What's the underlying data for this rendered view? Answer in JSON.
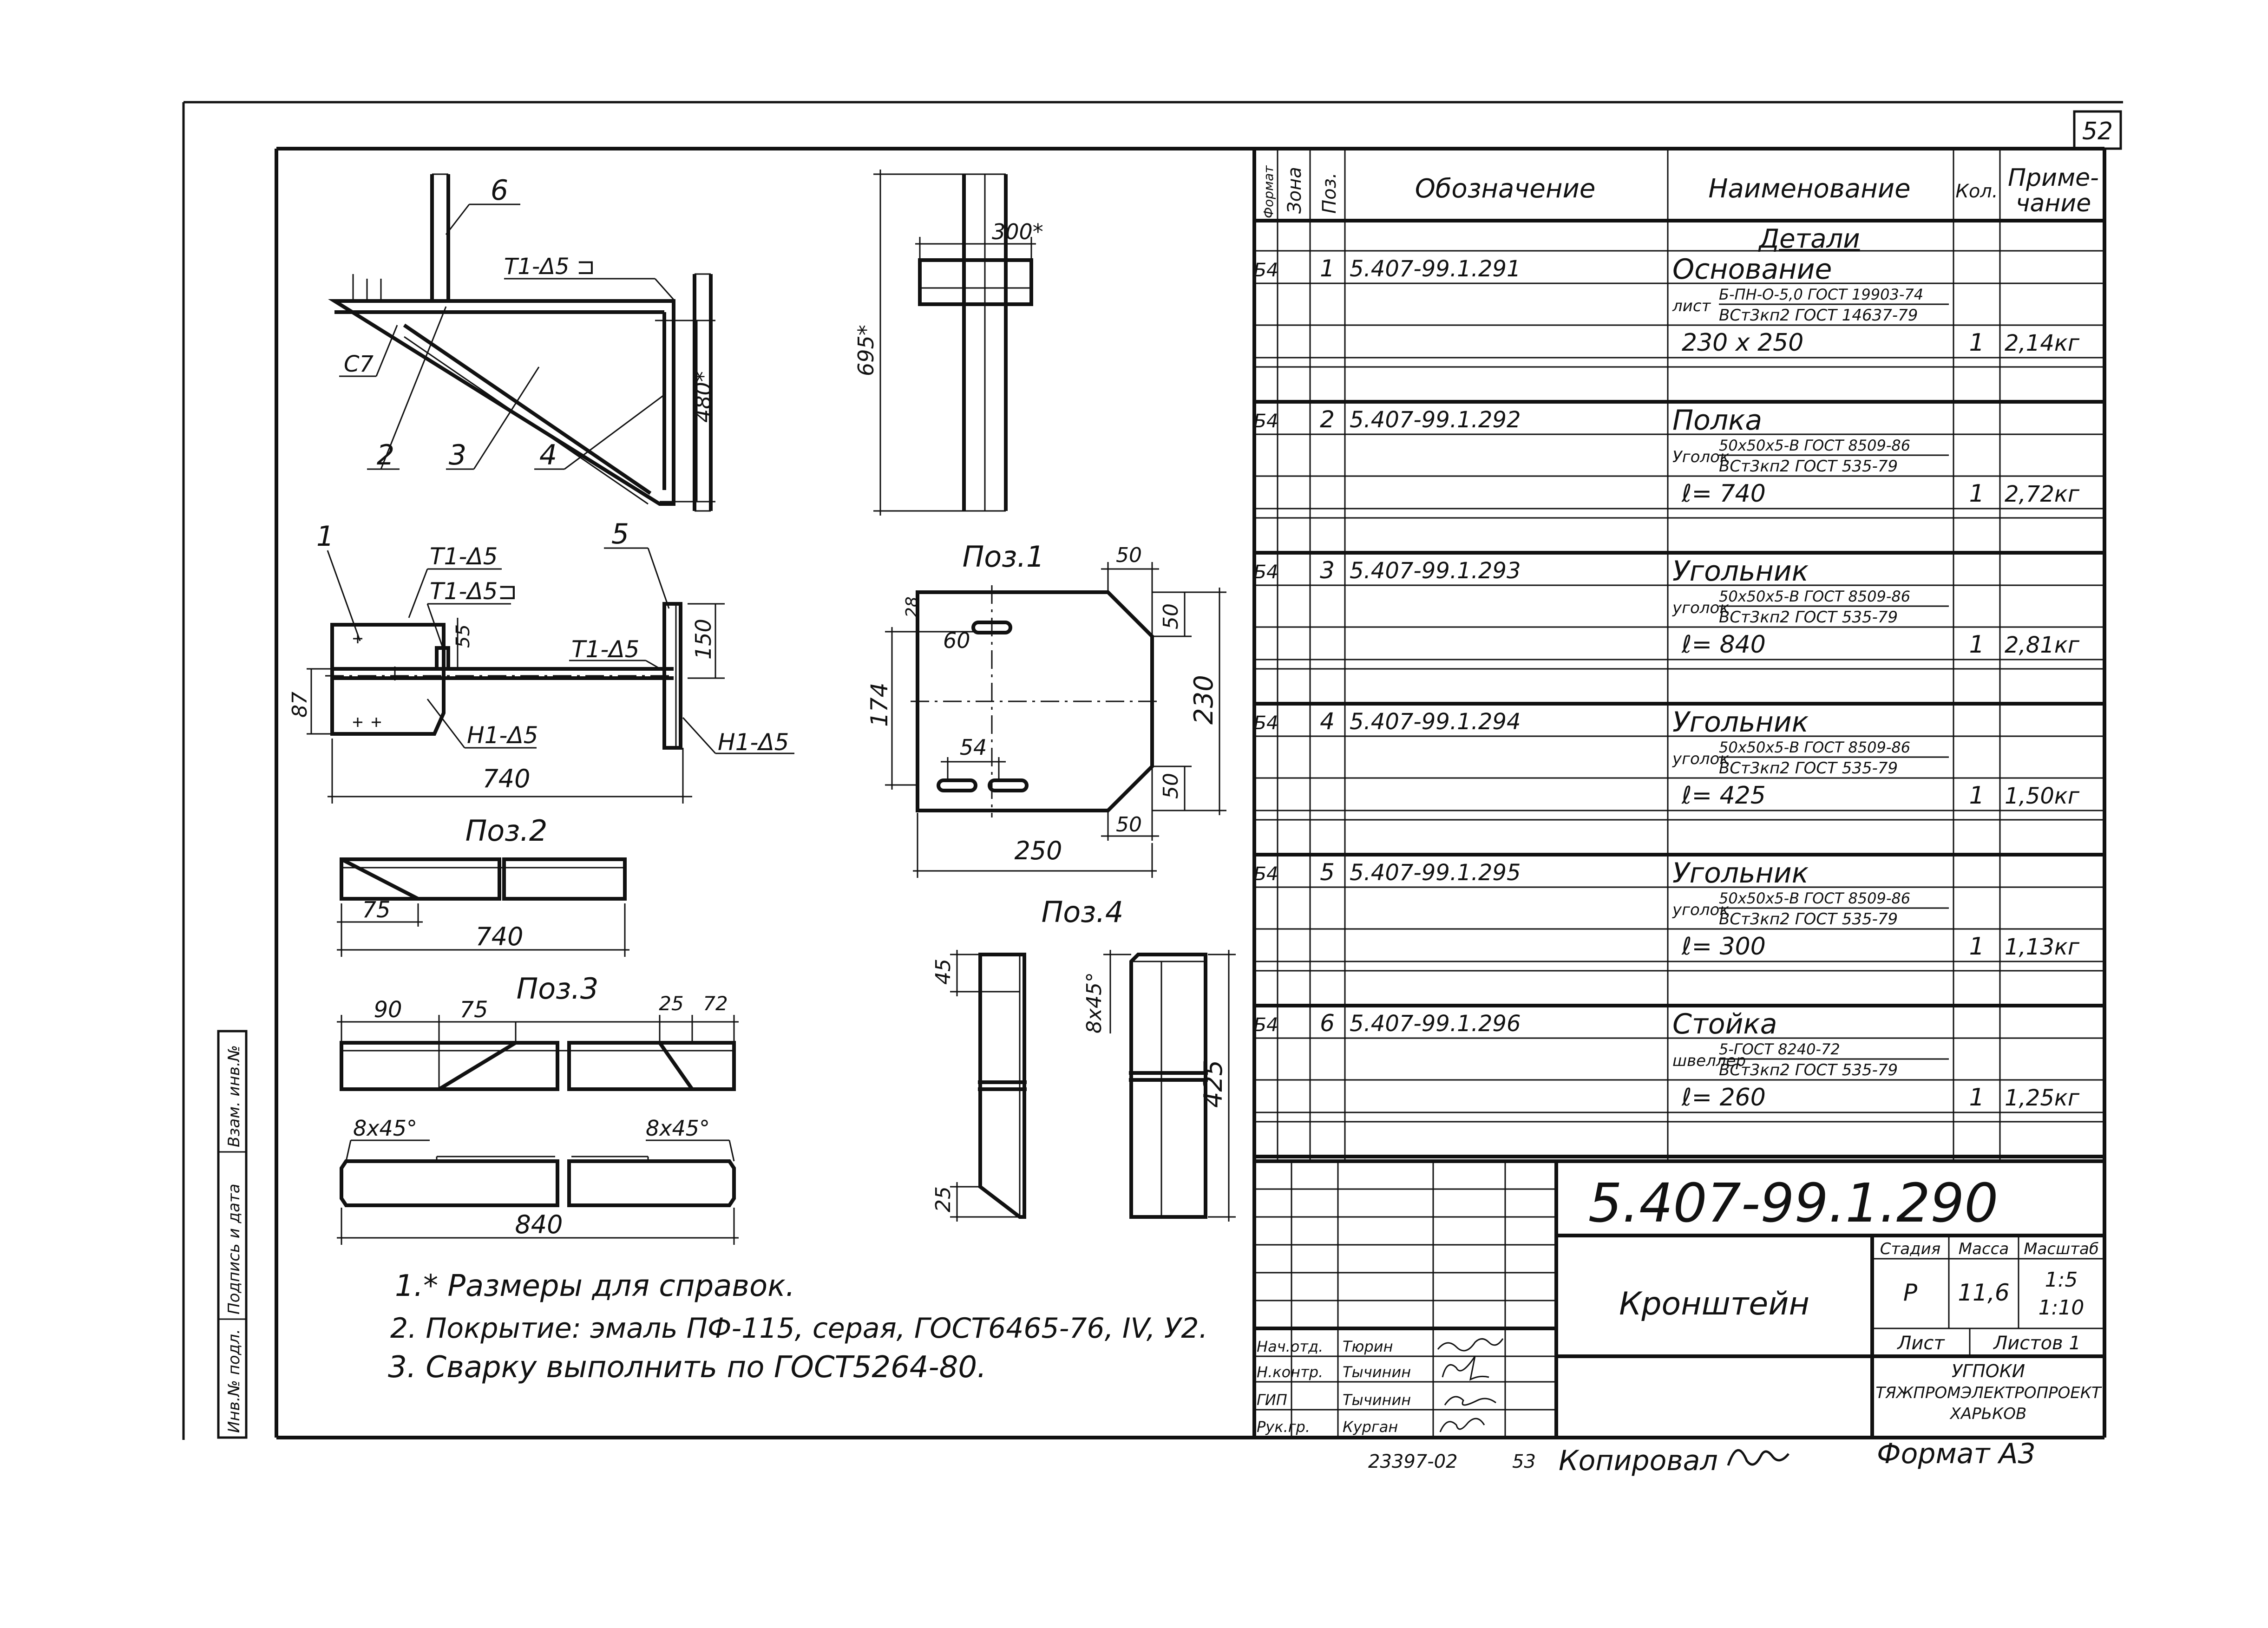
{
  "sheet_number": "52",
  "drawing_code": "5.407-99.1.290",
  "drawing_title": "Кронштейн",
  "spec_headers": {
    "format": "Формат",
    "zone": "Зона",
    "pos": "Поз.",
    "designation": "Обозначение",
    "name": "Наименование",
    "qty": "Кол.",
    "note_line1": "Приме-",
    "note_line2": "чание"
  },
  "spec_section": "Детали",
  "spec_items": [
    {
      "fmt": "Б4",
      "pos": "1",
      "code": "5.407-99.1.291",
      "name": "Основание",
      "mat_prefix": "лист",
      "mat_top": "Б-ПН-О-5,0 ГОСТ 19903-74",
      "mat_bottom": "ВСт3кп2 ГОСТ 14637-79",
      "size": "230 x 250",
      "qty": "1",
      "mass": "2,14кг"
    },
    {
      "fmt": "Б4",
      "pos": "2",
      "code": "5.407-99.1.292",
      "name": "Полка",
      "mat_prefix": "Уголок",
      "mat_top": "50x50x5-В ГОСТ 8509-86",
      "mat_bottom": "ВСт3кп2 ГОСТ 535-79",
      "size": "ℓ= 740",
      "qty": "1",
      "mass": "2,72кг"
    },
    {
      "fmt": "Б4",
      "pos": "3",
      "code": "5.407-99.1.293",
      "name": "Угольник",
      "mat_prefix": "уголок",
      "mat_top": "50x50x5-В ГОСТ 8509-86",
      "mat_bottom": "ВСт3кп2 ГОСТ 535-79",
      "size": "ℓ= 840",
      "qty": "1",
      "mass": "2,81кг"
    },
    {
      "fmt": "Б4",
      "pos": "4",
      "code": "5.407-99.1.294",
      "name": "Угольник",
      "mat_prefix": "уголок",
      "mat_top": "50x50x5-В ГОСТ 8509-86",
      "mat_bottom": "ВСт3кп2 ГОСТ 535-79",
      "size": "ℓ= 425",
      "qty": "1",
      "mass": "1,50кг"
    },
    {
      "fmt": "Б4",
      "pos": "5",
      "code": "5.407-99.1.295",
      "name": "Угольник",
      "mat_prefix": "уголок",
      "mat_top": "50x50x5-В ГОСТ 8509-86",
      "mat_bottom": "ВСт3кп2 ГОСТ 535-79",
      "size": "ℓ= 300",
      "qty": "1",
      "mass": "1,13кг"
    },
    {
      "fmt": "Б4",
      "pos": "6",
      "code": "5.407-99.1.296",
      "name": "Стойка",
      "mat_prefix": "швеллер",
      "mat_top": "5-ГОСТ 8240-72",
      "mat_bottom": "ВСт3кп2 ГОСТ 535-79",
      "size": "ℓ= 260",
      "qty": "1",
      "mass": "1,25кг"
    }
  ],
  "title_block": {
    "stage_label": "Стадия",
    "mass_label": "Масса",
    "scale_label": "Масштаб",
    "stage": "Р",
    "mass": "11,6",
    "scale1": "1:5",
    "scale2": "1:10",
    "sheet_label": "Лист",
    "sheets_label": "Листов 1",
    "org_line1": "УГПОКИ",
    "org_line2": "ТЯЖПРОМЭЛЕКТРОПРОЕКТ",
    "org_line3": "ХАРЬКОВ",
    "roles": [
      {
        "role": "Нач.отд.",
        "name": "Тюрин"
      },
      {
        "role": "Н.контр.",
        "name": "Тычинин"
      },
      {
        "role": "ГИП",
        "name": "Тычинин"
      },
      {
        "role": "Рук.гр.",
        "name": "Курган"
      }
    ]
  },
  "side_stamp": [
    "Инв.№ подл.",
    "Подпись и дата",
    "Взам. инв.№"
  ],
  "footer": {
    "number": "23397-02",
    "page": "53",
    "copied": "Копировал",
    "format": "Формат А3"
  },
  "notes": [
    "1.* Размеры для справок.",
    "2. Покрытие: эмаль ПФ-115, серая, ГОСТ6465-76, IV, У2.",
    "3. Сварку выполнить по ГОСТ5264-80."
  ],
  "view_labels": {
    "pos1": "Поз.1",
    "pos2": "Поз.2",
    "pos3": "Поз.3",
    "pos4": "Поз.4"
  },
  "main_view": {
    "leader_6": "6",
    "leader_c7": "С7",
    "leader_2": "2",
    "leader_3": "3",
    "leader_4": "4",
    "weld_top": "Т1-Δ5 ⊐",
    "dim_480": "480*"
  },
  "plan_view": {
    "leader_1": "1",
    "leader_5": "5",
    "weld1": "Т1-Δ5",
    "weld2": "Т1-Δ5⊐",
    "weld3": "Т1-Δ5",
    "weld4": "Н1-Δ5",
    "weld5": "Н1-Δ5",
    "dim_55": "55",
    "dim_150": "150",
    "dim_87": "87",
    "dim_740": "740"
  },
  "side_view": {
    "dim_300": "300*",
    "dim_695": "695*"
  },
  "pos1_dims": {
    "d50a": "50",
    "d28": "28",
    "d60": "60",
    "d50b": "50",
    "d174": "174",
    "d230": "230",
    "d54": "54",
    "d50c": "50",
    "d50d": "50",
    "d250": "250"
  },
  "pos2_dims": {
    "d75": "75",
    "d740": "740"
  },
  "pos3_dims": {
    "d90": "90",
    "d75": "75",
    "d25": "25",
    "d72": "72",
    "c1": "8x45°",
    "c2": "8x45°",
    "d840": "840"
  },
  "pos4_dims": {
    "d45": "45",
    "d25": "25",
    "c": "8x45°",
    "d425": "425"
  }
}
